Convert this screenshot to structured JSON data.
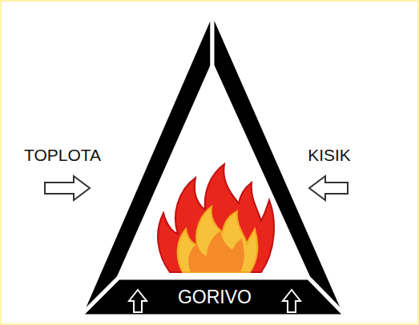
{
  "diagram": {
    "nodes": [
      {
        "text": [
          "GORIVO"
        ]
      }
    ],
    "labels": [
      "TOPLOTA",
      "KISIK"
    ]
  }
}
